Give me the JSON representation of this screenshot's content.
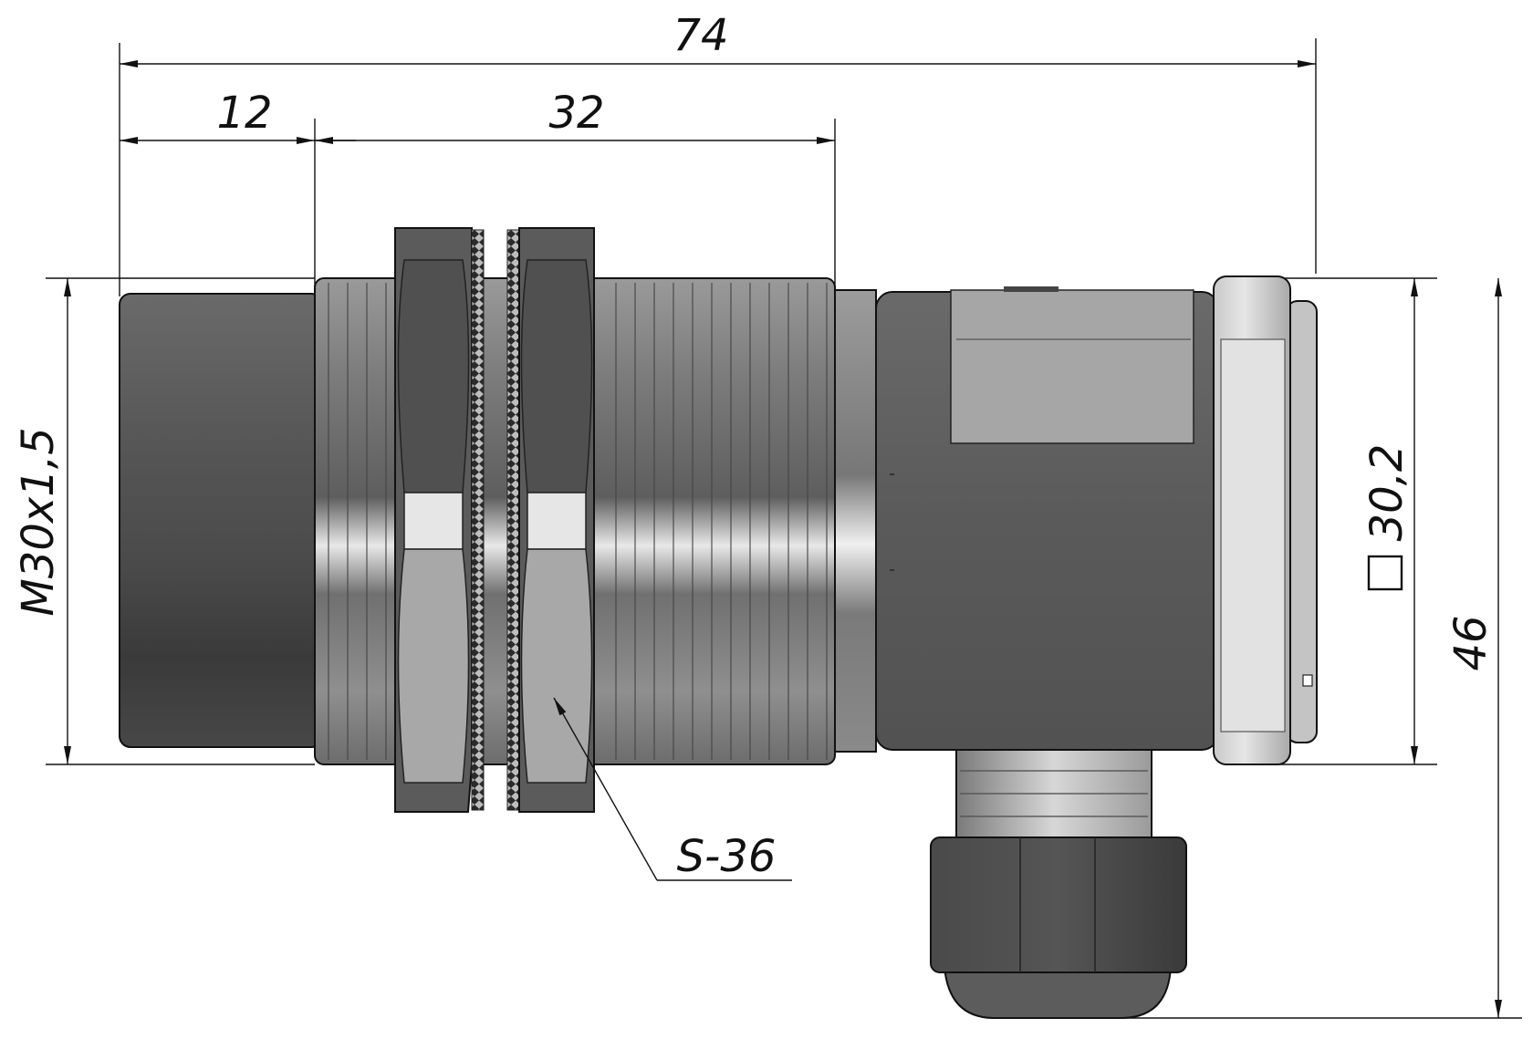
{
  "dimensions": {
    "overall_length": "74",
    "front_sensing_face": "12",
    "thread_length": "32",
    "thread_size": "M30x1,5",
    "square_size": "30,2",
    "overall_height": "46",
    "wrench_size": "S-36"
  },
  "colors": {
    "face_dark": "#4f4f4f",
    "thread_metal": "#8c8c8c",
    "nut_dark": "#555555",
    "nut_light": "#a7a7a7",
    "housing": "#5a5a5a",
    "label": "#a3a3a3",
    "cap": "#b8b8b8",
    "gland": "#3e3e3e",
    "line": "#111111"
  }
}
